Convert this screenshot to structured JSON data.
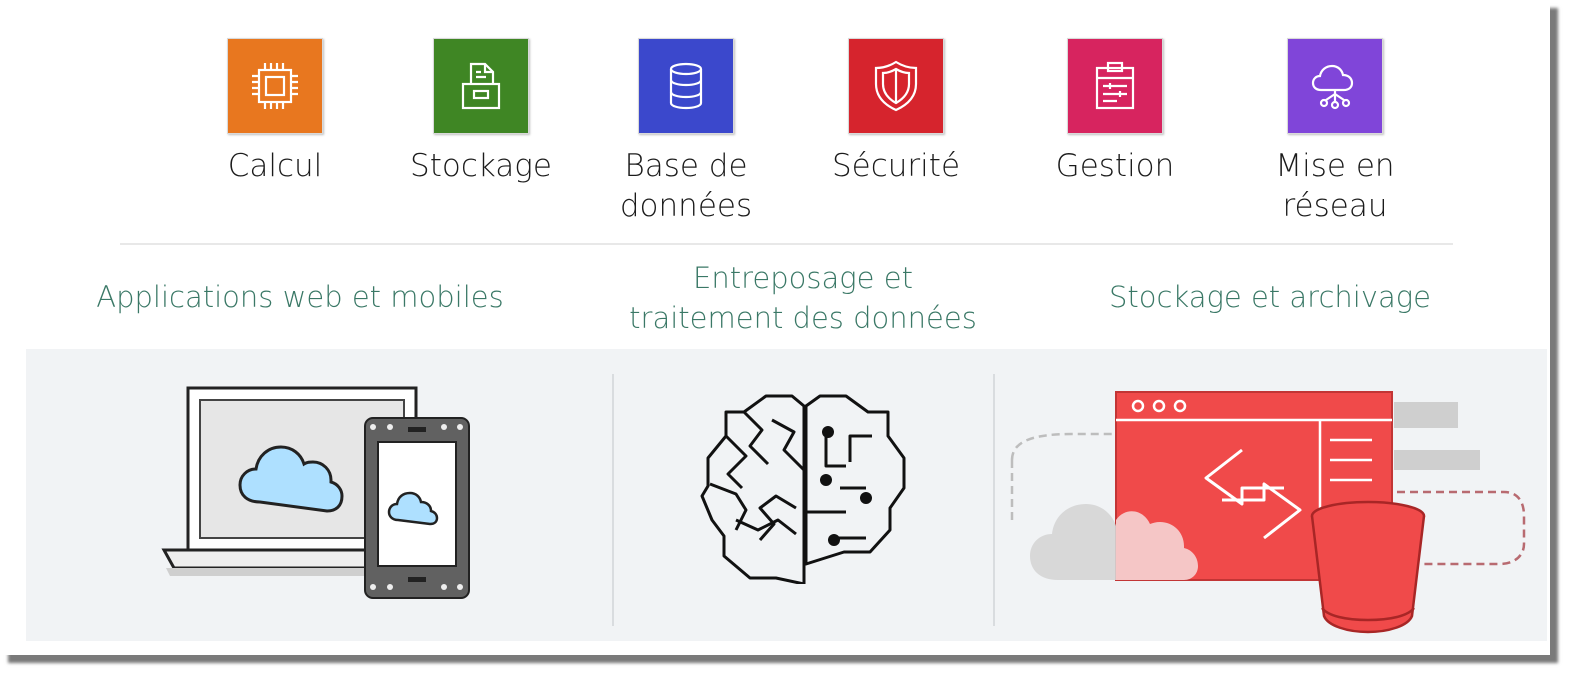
{
  "services": [
    {
      "label": "Calcul",
      "icon": "chip-icon",
      "color": "#e8771f"
    },
    {
      "label": "Stockage",
      "icon": "storage-icon",
      "color": "#3f8624"
    },
    {
      "label": "Base de données",
      "icon": "database-icon",
      "color": "#3b48cc"
    },
    {
      "label": "Sécurité",
      "icon": "shield-icon",
      "color": "#d6242d"
    },
    {
      "label": "Gestion",
      "icon": "clipboard-icon",
      "color": "#d7245f"
    },
    {
      "label": "Mise en réseau",
      "icon": "cloud-network-icon",
      "color": "#8045d9"
    }
  ],
  "use_cases": [
    {
      "title": "Applications web et mobiles",
      "icon": "devices-cloud-icon"
    },
    {
      "title": "Entreposage et traitement des données",
      "icon": "brain-circuit-icon"
    },
    {
      "title": "Stockage et archivage",
      "icon": "cloud-sync-bucket-icon"
    }
  ],
  "colors": {
    "use_case_text": "#3a7866",
    "band": "#f1f3f5",
    "accent_red": "#f04a4a"
  }
}
